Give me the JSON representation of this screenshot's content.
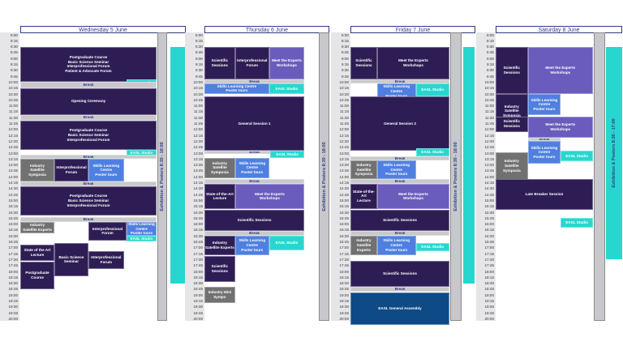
{
  "times": [
    "8:00",
    "8:15",
    "8:30",
    "8:45",
    "9:00",
    "9:15",
    "9:30",
    "9:45",
    "10:00",
    "10:15",
    "10:30",
    "10:45",
    "11:00",
    "11:15",
    "11:30",
    "11:45",
    "12:00",
    "12:15",
    "12:30",
    "12:45",
    "13:00",
    "13:15",
    "13:30",
    "13:45",
    "14:00",
    "14:15",
    "14:30",
    "14:45",
    "15:00",
    "15:15",
    "15:30",
    "15:45",
    "16:00",
    "16:15",
    "16:30",
    "16:45",
    "17:00",
    "17:15",
    "17:30",
    "17:45",
    "18:00",
    "18:15",
    "18:30",
    "18:45",
    "19:00",
    "19:15",
    "19:30",
    "19:45",
    "20:00"
  ],
  "exhibition_label": "Exhibition & Posters 8:30 - 18:00",
  "exhibition_label_sat": "Exhibition & Posters 8:30 - 17:00",
  "days": [
    {
      "name": "Wednesday 5 June",
      "blocks": [
        {
          "t": "Postgraduate Course\nBasic Science Seminar\nInterprofessional Forum\nPatient & Advocate Forum"
        },
        {
          "t": "EASL Studio"
        },
        {
          "t": "Break"
        },
        {
          "t": "Opening Ceremony"
        },
        {
          "t": "Break"
        },
        {
          "t": "Postgraduate Course\nBasic Science Seminar\nInterprofessional Forum"
        },
        {
          "t": "EASL Studio"
        },
        {
          "t": "Break"
        },
        {
          "t": "Industry\nSatellite\nSymposia"
        },
        {
          "t": "Interprofessional\nForum"
        },
        {
          "t": "Skills Learning\nCentre\nPoster tours"
        },
        {
          "t": "Break"
        },
        {
          "t": "Postgraduate Course\nBasic Science Seminar\nInterprofessional Forum"
        },
        {
          "t": "Break"
        },
        {
          "t": "Industry\nSatellite Experts"
        },
        {
          "t": "Interprofessional\nForum"
        },
        {
          "t": "Skills Learning\nCentre\nPoster tours"
        },
        {
          "t": "EASL Studio"
        },
        {
          "t": "State of the Art\nLecture"
        },
        {
          "t": "Basic Science\nSeminar"
        },
        {
          "t": "Interprofessional\nForum"
        },
        {
          "t": "Postgraduate\nCourse"
        }
      ]
    },
    {
      "name": "Thursday 6 June",
      "blocks": [
        {
          "t": "Scientific\nSessions"
        },
        {
          "t": "Interprofessional\nForum"
        },
        {
          "t": "Meet the Experts\nWorkshops"
        },
        {
          "t": "Break"
        },
        {
          "t": "Skills Learning Centre\nPoster tours"
        },
        {
          "t": "EASL Studio"
        },
        {
          "t": "General Session 1"
        },
        {
          "t": "Break"
        },
        {
          "t": "EASL Studio"
        },
        {
          "t": "Industry\nSatellite\nSymposia"
        },
        {
          "t": "Skills Learning\nCentre\nPoster tours"
        },
        {
          "t": "Break"
        },
        {
          "t": "State-of-the-Art\nLecture"
        },
        {
          "t": "Meet the Experts\nWorkshops"
        },
        {
          "t": "Scientific Sessions"
        },
        {
          "t": "Break"
        },
        {
          "t": "Industry\nSatellite Experts"
        },
        {
          "t": "Skills Learning\nCentre\nPoster tours"
        },
        {
          "t": "EASL Studio"
        },
        {
          "t": "Scientific\nSessions"
        },
        {
          "t": "Industry Mini\nSympo"
        }
      ]
    },
    {
      "name": "Friday 7 June",
      "blocks": [
        {
          "t": "Scientific\nSessions"
        },
        {
          "t": "Meet the Experts\nWorkshops"
        },
        {
          "t": "Break"
        },
        {
          "t": "Skills Learning\nCentre\nPoster tours"
        },
        {
          "t": "EASL Studio"
        },
        {
          "t": "General Session 2"
        },
        {
          "t": "EASL Studio"
        },
        {
          "t": "Break"
        },
        {
          "t": "Industry\nSatellite\nSymposia"
        },
        {
          "t": "Skills Learning\nCentre\nPoster tours"
        },
        {
          "t": "Break"
        },
        {
          "t": "State-of-the-Art\nLecture"
        },
        {
          "t": "Meet the Experts\nWorkshops"
        },
        {
          "t": "Scientific Sessions"
        },
        {
          "t": "Break"
        },
        {
          "t": "Industry\nSatellite Experts"
        },
        {
          "t": "Skills Learning\nCentre\nPoster tours"
        },
        {
          "t": "EASL Studio"
        },
        {
          "t": "Scientific Sessions"
        },
        {
          "t": "Break"
        },
        {
          "t": "EASL General Assembly"
        }
      ]
    },
    {
      "name": "Saturday 8 June",
      "blocks": [
        {
          "t": "Scientific\nSessions"
        },
        {
          "t": "Meet the Experts\nWorkshops"
        },
        {
          "t": "Industry\nSatellite\nSymposia"
        },
        {
          "t": "Skills Learning\nCentre\nPoster tours"
        },
        {
          "t": "Scientific\nSessions"
        },
        {
          "t": "Meet the Experts\nWorkshops"
        },
        {
          "t": "Break"
        },
        {
          "t": "Industry\nSatellite\nSymposia"
        },
        {
          "t": "Skills Learning\nCentre\nPoster tours"
        },
        {
          "t": "EASL Studio"
        },
        {
          "t": "Late Breaker Session"
        },
        {
          "t": "EASL Studio"
        }
      ]
    }
  ]
}
